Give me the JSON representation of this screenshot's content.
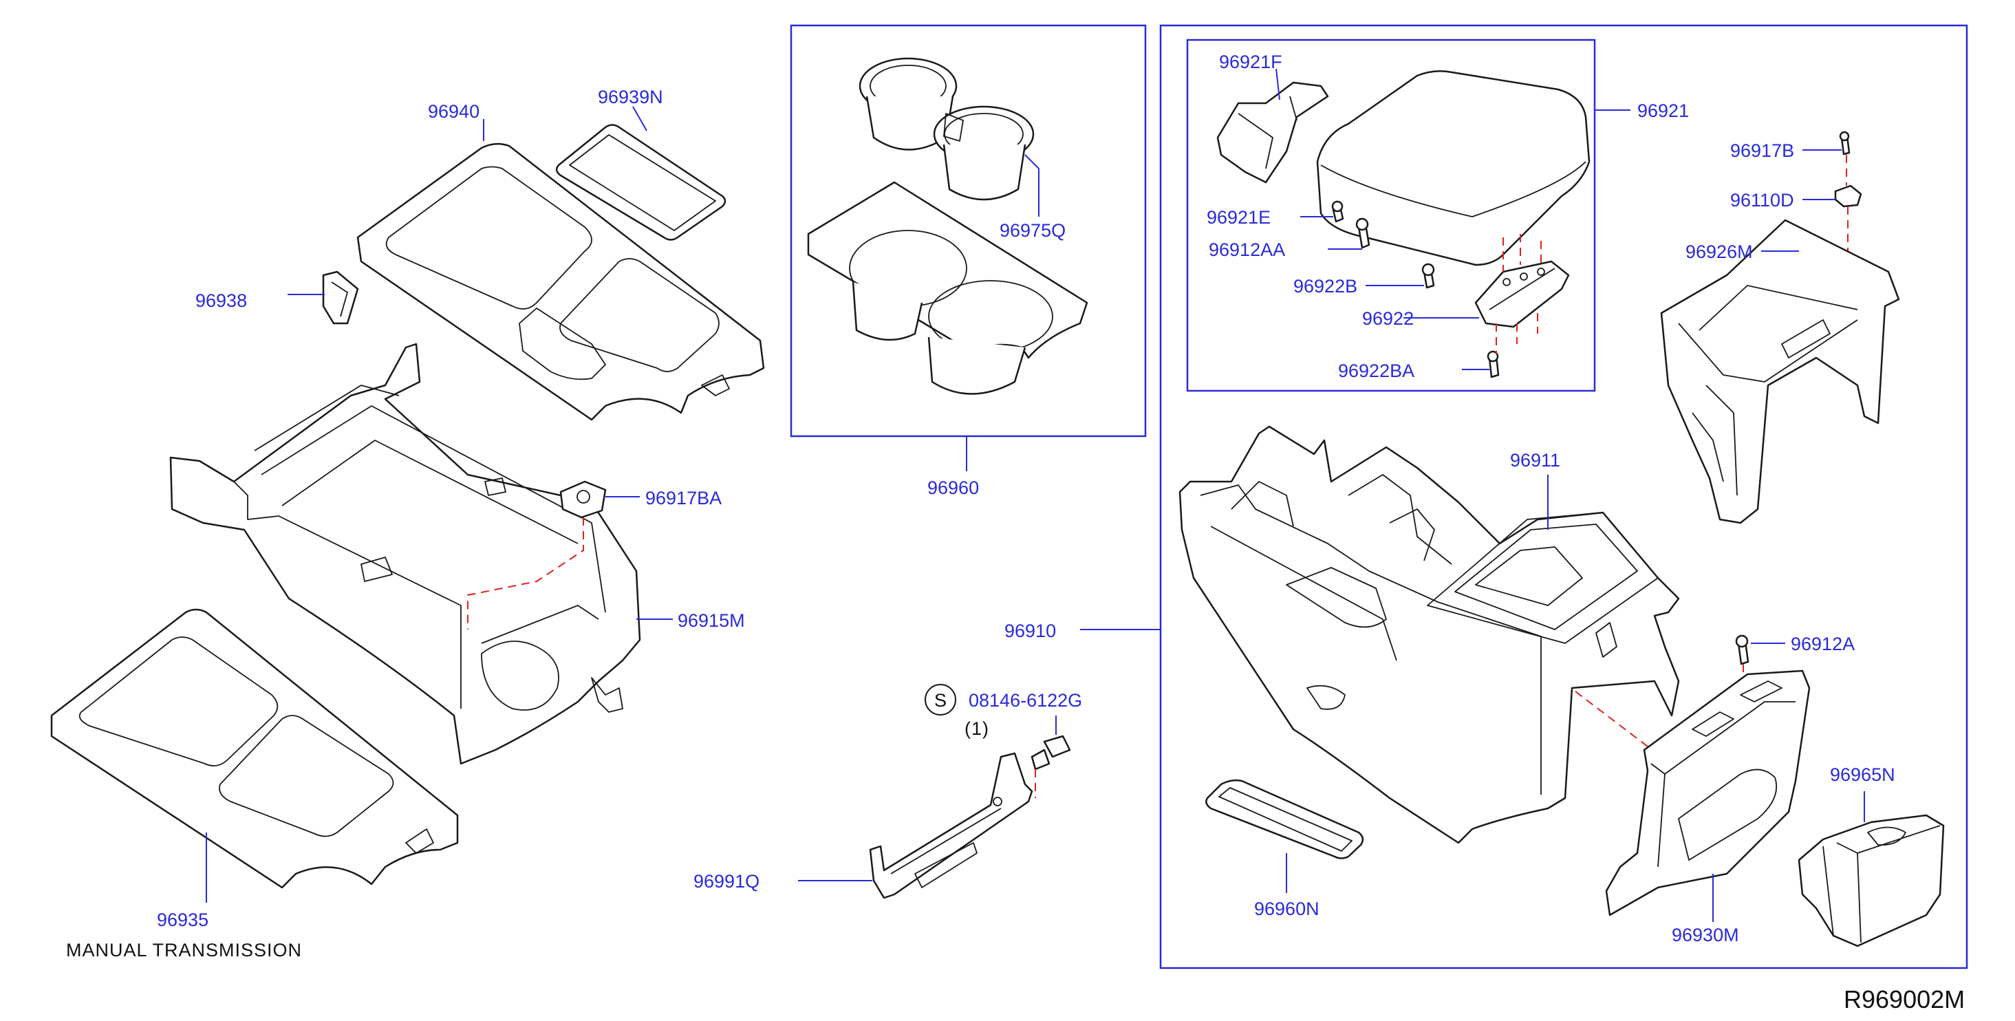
{
  "diagram_id": "R969002M",
  "note": "MANUAL   TRANSMISSION",
  "service_symbol": "S",
  "bolt_part_number": "08146-6122G",
  "bolt_quantity": "(1)",
  "labels": {
    "p96940": "96940",
    "p96939N": "96939N",
    "p96938": "96938",
    "p96917BA": "96917BA",
    "p96915M": "96915M",
    "p96935": "96935",
    "p96975Q": "96975Q",
    "p96960": "96960",
    "p96910": "96910",
    "p96991Q": "96991Q",
    "p96921F": "96921F",
    "p96921": "96921",
    "p96921E": "96921E",
    "p96912AA": "96912AA",
    "p96922B": "96922B",
    "p96922": "96922",
    "p96922BA": "96922BA",
    "p96917B": "96917B",
    "p96110D": "96110D",
    "p96926M": "96926M",
    "p96911": "96911",
    "p96912A": "96912A",
    "p96965N": "96965N",
    "p96960N": "96960N",
    "p96930M": "96930M"
  },
  "colors": {
    "label": "#2a2ad8",
    "line": "#1a1a1a",
    "assembly_dash": "#e02020"
  }
}
